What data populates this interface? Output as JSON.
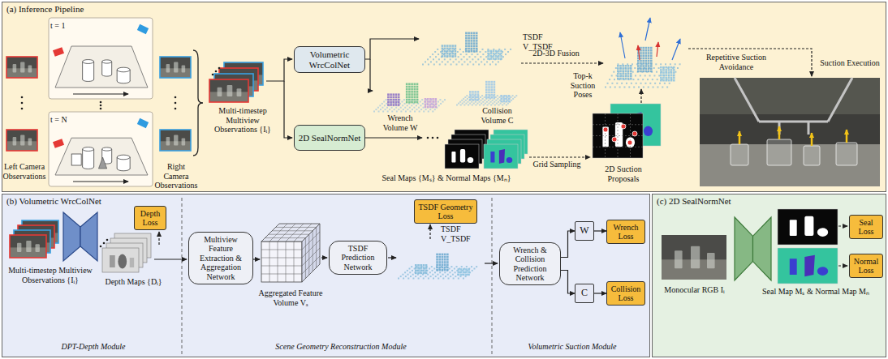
{
  "diagram": {
    "nodes": [
      {
        "text": [
          "(a) Inference Pipeline"
        ]
      },
      {
        "text": [
          "Volumetric WrcColNet"
        ],
        "in": 0
      },
      {
        "text": [
          "2D SealNormNet"
        ],
        "in": 0
      },
      {
        "text": [
          "(b) Volumetric WrcColNet"
        ]
      },
      {
        "text": [
          "Depth Loss"
        ],
        "in": 3
      },
      {
        "text": [
          "Multiview Feature Extraction & Aggregation Network"
        ],
        "in": 3
      },
      {
        "text": [
          "TSDF Geometry Loss"
        ],
        "in": 3
      },
      {
        "text": [
          "TSDF Prediction Network"
        ],
        "in": 3
      },
      {
        "text": [
          "Wrench & Collision Prediction Network"
        ],
        "in": 3
      },
      {
        "text": [
          "W"
        ],
        "in": 3
      },
      {
        "text": [
          "C"
        ],
        "in": 3
      },
      {
        "text": [
          "Wrench Loss"
        ],
        "in": 3
      },
      {
        "text": [
          "Collision Loss"
        ],
        "in": 3
      },
      {
        "text": [
          "(c) 2D SealNormNet"
        ]
      },
      {
        "text": [
          "Seal Loss"
        ],
        "in": 13
      },
      {
        "text": [
          "Normal Loss"
        ],
        "in": 13
      }
    ],
    "edges": [
      {
        "from": 8,
        "to": 9,
        "arrow": "to"
      },
      {
        "from": 8,
        "to": 10,
        "arrow": "to"
      },
      {
        "from": 9,
        "to": 11,
        "arrow": "to"
      },
      {
        "from": 10,
        "to": 12,
        "arrow": "to"
      }
    ],
    "labels": [
      "t = 1",
      "t = N",
      "Left Camera Observations",
      "Right Camera Observations",
      "Multi-timestep Multiview Observations {Iᵢ}",
      "TSDF V_TSDF",
      "Wrench Volume W",
      "Collision Volume C",
      "2D-3D Fusion",
      "Top-k Suction Poses",
      "Repetitive Suction Avoidance",
      "Suction Execution",
      "2D Suction Proposals",
      "Grid Sampling",
      "Seal Maps {Mₛ} & Normal Maps {Mₙ}",
      "Multi-timestep Multiview Observations {Iᵢ}",
      "Depth Maps {Dᵢ}",
      "Aggregated Feature Volume Vₐ",
      "TSDF V_TSDF",
      "DPT-Depth Module",
      "Scene Geometry Reconstruction Module",
      "Volumetric Suction Module",
      "Monocular RGB Iᵢ",
      "Seal Map Mₛ & Normal Map Mₙ"
    ]
  }
}
